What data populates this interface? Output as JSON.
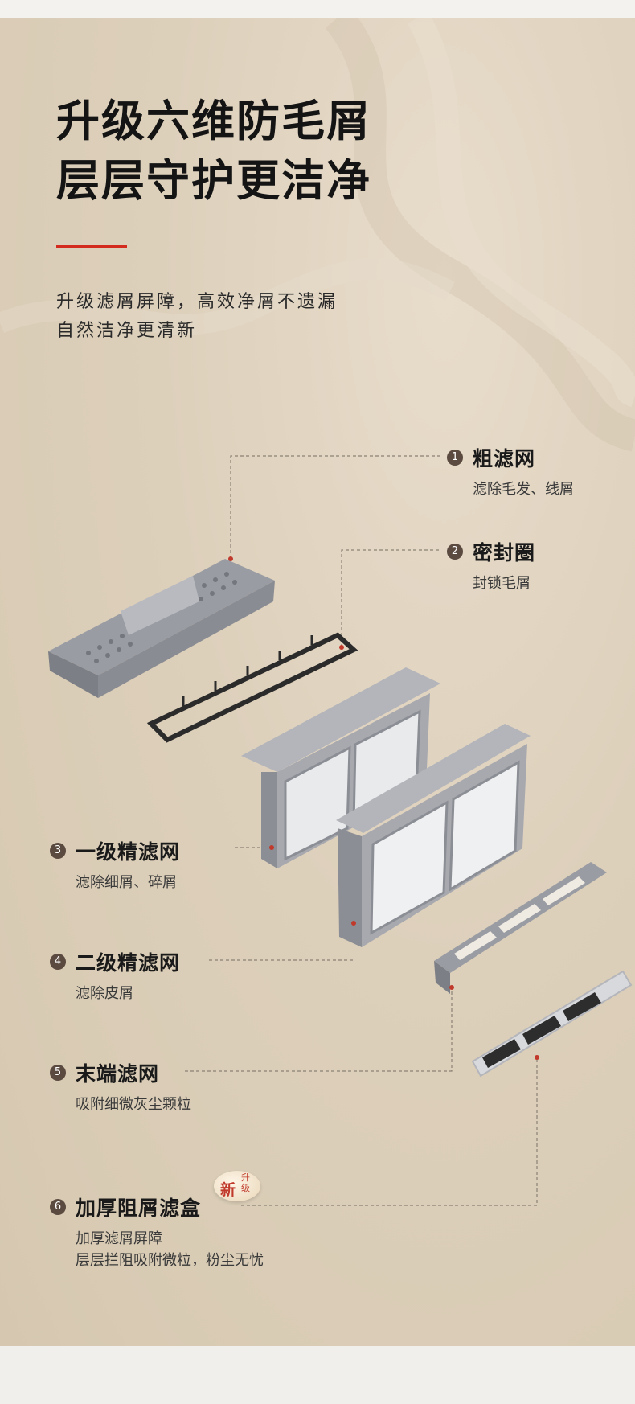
{
  "headline": {
    "line1": "升级六维防毛屑",
    "line2": "层层守护更洁净"
  },
  "subtitle": {
    "line1": "升级滤屑屏障，高效净屑不遗漏",
    "line2": "自然洁净更清新"
  },
  "components": [
    {
      "num": "1",
      "title": "粗滤网",
      "desc": [
        "滤除毛发、线屑"
      ]
    },
    {
      "num": "2",
      "title": "密封圈",
      "desc": [
        "封锁毛屑"
      ]
    },
    {
      "num": "3",
      "title": "一级精滤网",
      "desc": [
        "滤除细屑、碎屑"
      ]
    },
    {
      "num": "4",
      "title": "二级精滤网",
      "desc": [
        "滤除皮屑"
      ]
    },
    {
      "num": "5",
      "title": "末端滤网",
      "desc": [
        "吸附细微灰尘颗粒"
      ]
    },
    {
      "num": "6",
      "title": "加厚阻屑滤盒",
      "desc": [
        "加厚滤屑屏障",
        "层层拦阻吸附微粒，粉尘无忧"
      ]
    }
  ],
  "badge": {
    "big": "新",
    "small": "升级"
  },
  "colors": {
    "accent": "#d42b1f",
    "number_dot": "#5a4a40",
    "background": "#ddd0bb"
  }
}
